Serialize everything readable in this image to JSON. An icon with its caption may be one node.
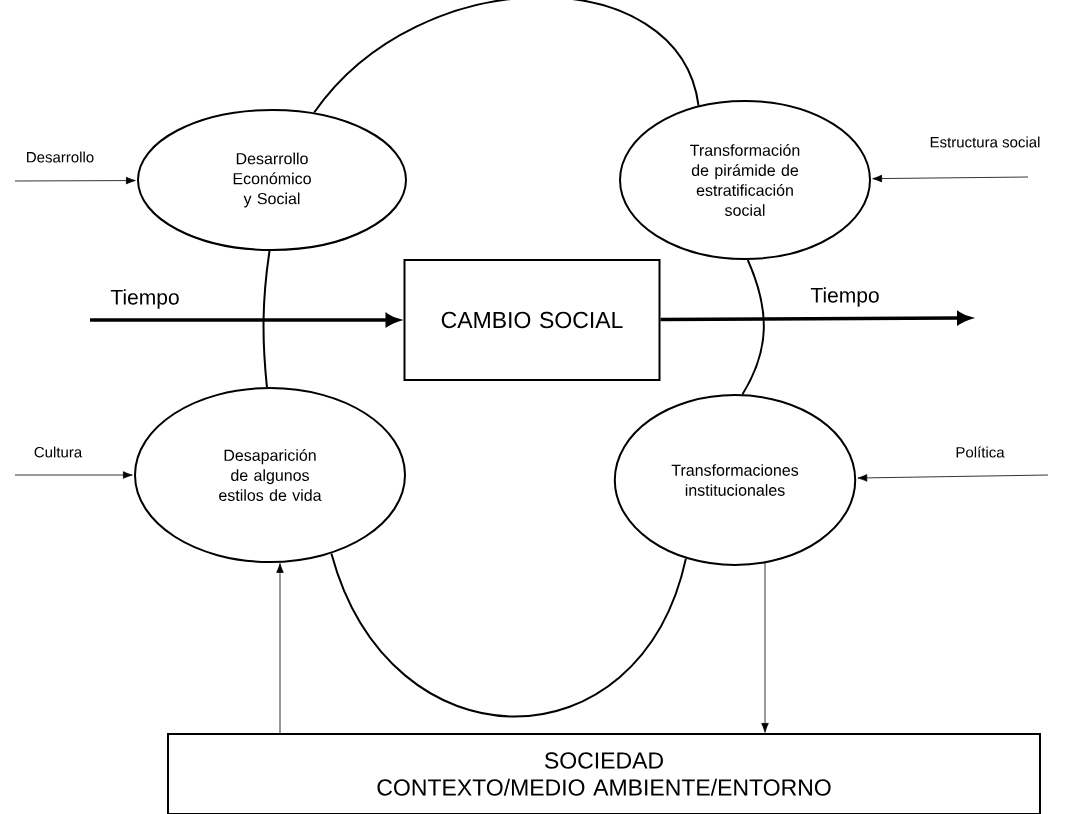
{
  "diagram": {
    "nodes": [
      {
        "text": [
          "Desarrollo Económico y Social"
        ]
      },
      {
        "text": [
          "Transformación de pirámide de estratificación social"
        ]
      },
      {
        "text": [
          "CAMBIO SOCIAL"
        ]
      },
      {
        "text": [
          "Desaparición de algunos estilos de vida"
        ]
      },
      {
        "text": [
          "Transformaciones institucionales"
        ]
      },
      {
        "text": [
          "SOCIEDAD",
          "CONTEXTO/MEDIO AMBIENTE/ENTORNO"
        ]
      }
    ],
    "edges": [
      {
        "from": null,
        "to": 0,
        "arrow": "to",
        "label": "Desarrollo"
      },
      {
        "from": null,
        "to": 1,
        "arrow": "to",
        "label": "Estructura social"
      },
      {
        "from": null,
        "to": 2,
        "arrow": "to",
        "label": "Tiempo",
        "style": "thick"
      },
      {
        "from": 2,
        "to": null,
        "arrow": "to",
        "label": "Tiempo",
        "style": "thick"
      },
      {
        "from": null,
        "to": 3,
        "arrow": "to",
        "label": "Cultura"
      },
      {
        "from": null,
        "to": 4,
        "arrow": "to",
        "label": "Política"
      },
      {
        "from": 0,
        "to": 1,
        "arrow": "none"
      },
      {
        "from": 0,
        "to": 3,
        "arrow": "none"
      },
      {
        "from": 1,
        "to": 4,
        "arrow": "none"
      },
      {
        "from": 3,
        "to": 4,
        "arrow": "none"
      },
      {
        "from": 5,
        "to": 3,
        "arrow": "to"
      },
      {
        "from": 4,
        "to": 5,
        "arrow": "to"
      }
    ]
  }
}
